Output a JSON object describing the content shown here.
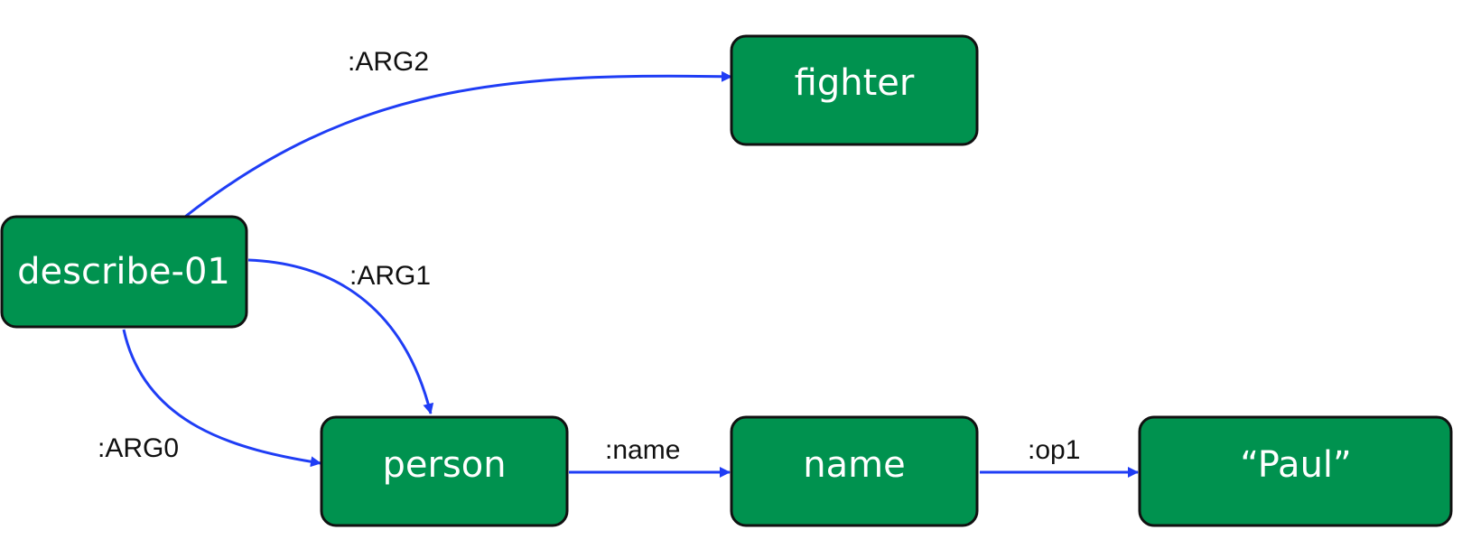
{
  "colors": {
    "node_fill": "#00924f",
    "node_text": "#ffffff",
    "edge": "#1f3df5",
    "label_text": "#111111"
  },
  "nodes": {
    "describe": {
      "label": "describe-01"
    },
    "fighter": {
      "label": "fighter"
    },
    "person": {
      "label": "person"
    },
    "name": {
      "label": "name"
    },
    "paul": {
      "label": "“Paul”"
    }
  },
  "edges": {
    "arg2": {
      "label": ":ARG2"
    },
    "arg1": {
      "label": ":ARG1"
    },
    "arg0": {
      "label": ":ARG0"
    },
    "name": {
      "label": ":name"
    },
    "op1": {
      "label": ":op1"
    }
  }
}
